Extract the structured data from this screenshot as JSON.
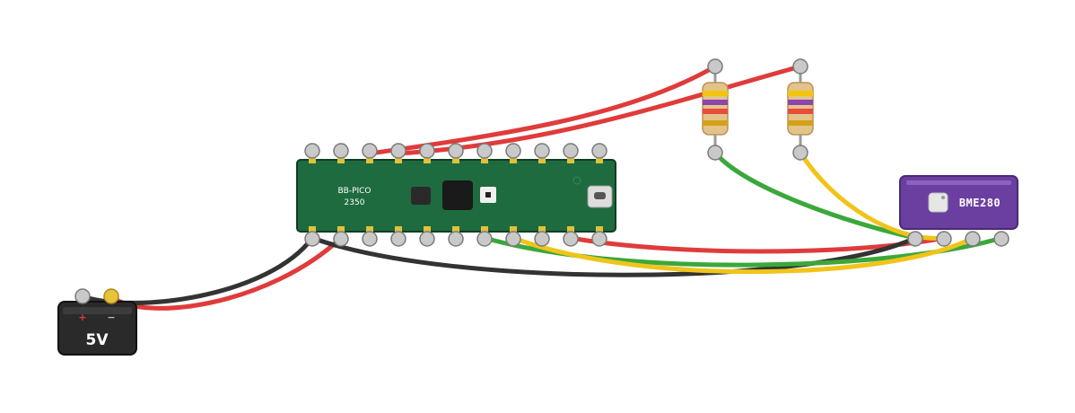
{
  "components": {
    "board": {
      "line1": "BB-PICO",
      "line2": "2350",
      "color": "#1e6b3f"
    },
    "sensor": {
      "label": "BME280",
      "color": "#6b3fa0"
    },
    "battery": {
      "label": "5V",
      "plus": "+",
      "minus": "−",
      "color": "#2a2a2a"
    },
    "resistors": [
      {
        "name": "resistor-1",
        "bands": [
          "#f2c40f",
          "#8e44ad",
          "#e74c3c",
          "#d4a017"
        ]
      },
      {
        "name": "resistor-2",
        "bands": [
          "#f2c40f",
          "#8e44ad",
          "#e74c3c",
          "#d4a017"
        ]
      }
    ]
  },
  "wire_colors": {
    "red": "#e03b3b",
    "black": "#333333",
    "green": "#3aa83a",
    "yellow": "#f0c419"
  }
}
